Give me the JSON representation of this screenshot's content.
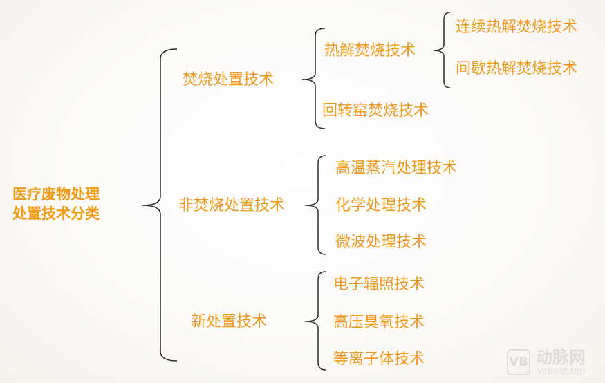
{
  "root": {
    "line1": "医疗废物处理",
    "line2": "处置技术分类"
  },
  "categories": {
    "incineration": {
      "label": "焚烧处置技术",
      "pyrolysis": {
        "label": "热解焚烧技术",
        "children": [
          "连续热解焚烧技术",
          "间歇热解焚烧技术"
        ]
      },
      "rotary_kiln": "回转窑焚烧技术"
    },
    "non_incineration": {
      "label": "非焚烧处置技术",
      "children": [
        "高温蒸汽处理技术",
        "化学处理技术",
        "微波处理技术"
      ]
    },
    "new": {
      "label": "新处置技术",
      "children": [
        "电子辐照技术",
        "高压臭氧技术",
        "等离子体技术"
      ]
    }
  },
  "colors": {
    "text": "#f0991f",
    "root_text": "#f39a14",
    "bracket": "#2b2b2b"
  },
  "watermark": {
    "logo": "VB",
    "name": "动脉网",
    "url": "vcbeat.top"
  }
}
